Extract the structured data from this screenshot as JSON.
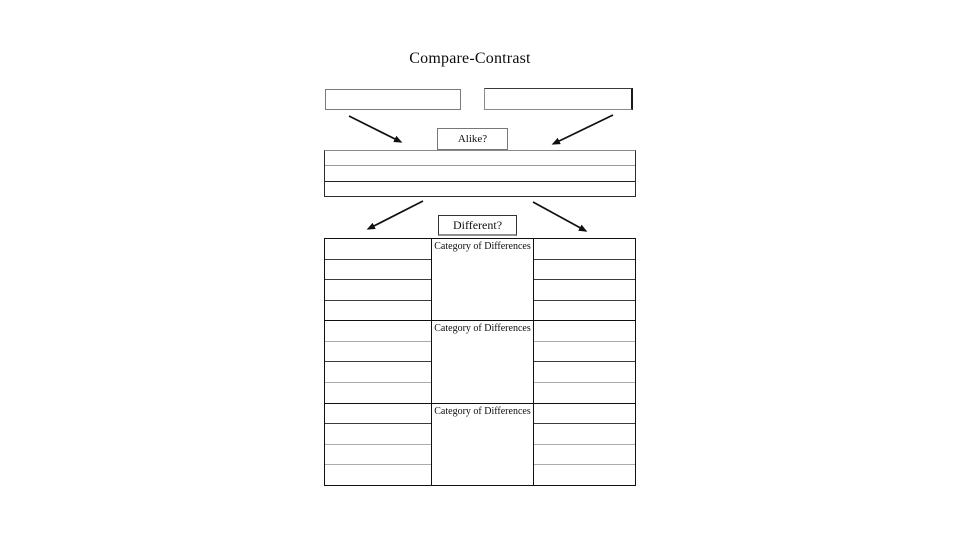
{
  "title": "Compare-Contrast",
  "labels": {
    "alike": "Alike?",
    "different": "Different?"
  },
  "top_boxes": [
    {
      "value": ""
    },
    {
      "value": ""
    }
  ],
  "alike_rows": [
    "",
    "",
    ""
  ],
  "diff_groups": [
    {
      "category": "Category of Differences",
      "left_rows": [
        "",
        "",
        ""
      ],
      "right_rows": [
        "",
        "",
        ""
      ]
    },
    {
      "category": "Category of Differences",
      "left_rows": [
        "",
        "",
        ""
      ],
      "right_rows": [
        "",
        "",
        ""
      ]
    },
    {
      "category": "Category of Differences",
      "left_rows": [
        "",
        "",
        ""
      ],
      "right_rows": [
        "",
        "",
        ""
      ]
    }
  ],
  "colors": {
    "background": "#ffffff",
    "line": "#111111",
    "grid_dark": "#3c3c3c",
    "grid_light": "#ababab",
    "box_border": "#777777"
  }
}
